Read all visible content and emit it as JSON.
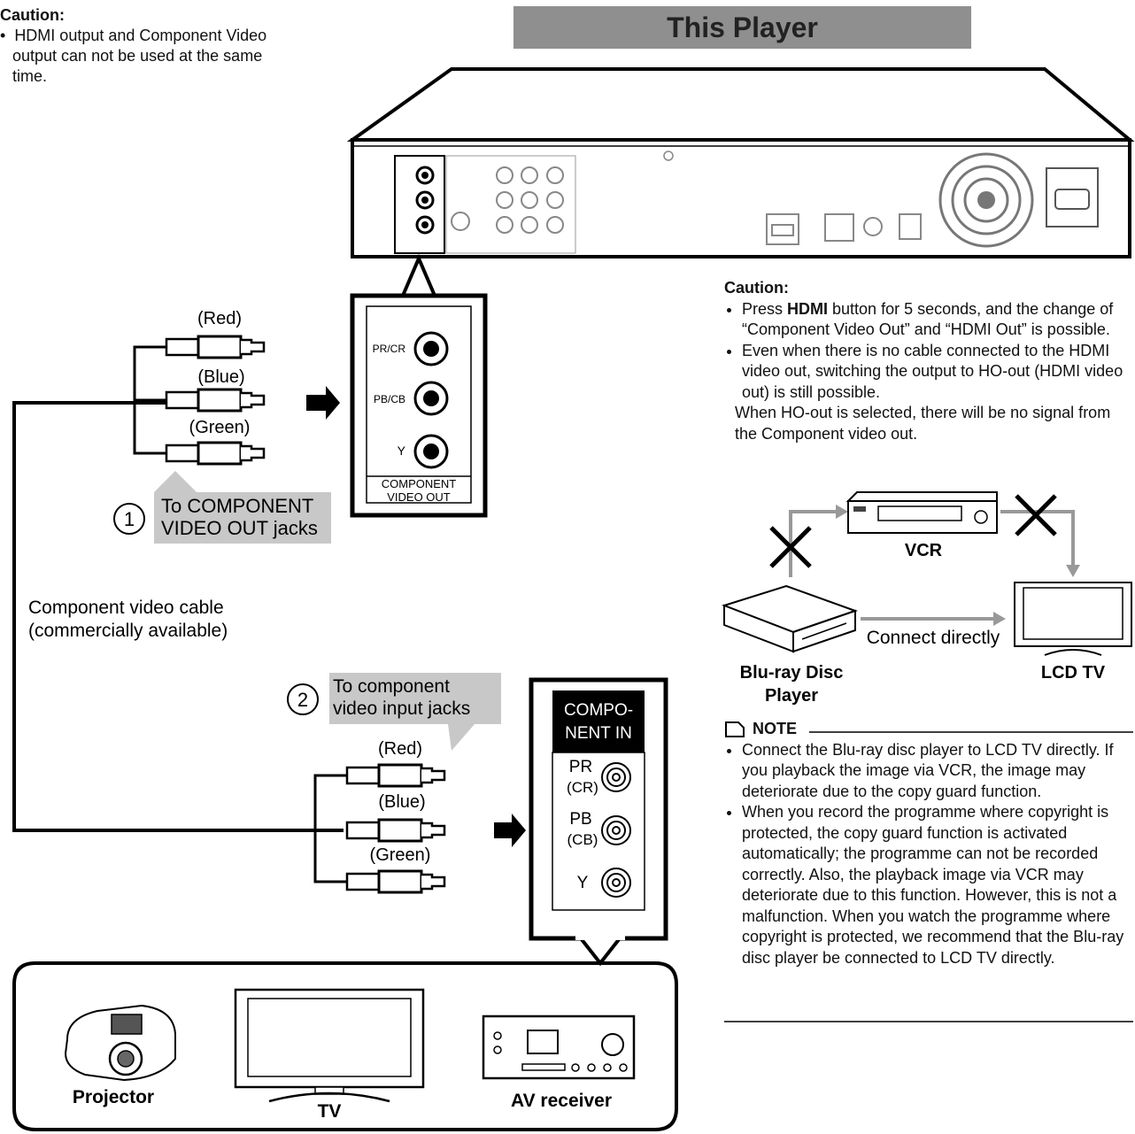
{
  "top_caution": {
    "heading": "Caution:",
    "lines": [
      "HDMI output and Component Video",
      "output can not be used at the same",
      "time."
    ]
  },
  "player_title": "This Player",
  "player_panel": {
    "jacks": [
      "PR/CR",
      "PB/CB",
      "Y"
    ],
    "label_line1": "COMPONENT",
    "label_line2": "VIDEO OUT"
  },
  "cable_colors": {
    "red": "(Red)",
    "blue": "(Blue)",
    "green": "(Green)"
  },
  "step1": {
    "number": "①",
    "line1": "To COMPONENT",
    "line2": "VIDEO OUT jacks"
  },
  "step2": {
    "number": "②",
    "line1": "To component",
    "line2": "video input jacks"
  },
  "cable_label": {
    "line1": "Component video cable",
    "line2": "(commercially available)"
  },
  "component_in": {
    "header_line1": "COMPO-",
    "header_line2": "NENT IN",
    "pr": "PR",
    "cr": "(CR)",
    "pb": "PB",
    "cb": "(CB)",
    "y": "Y"
  },
  "devices": {
    "projector": "Projector",
    "tv": "TV",
    "av_receiver": "AV receiver"
  },
  "right_caution": {
    "heading": "Caution:",
    "b1_pre": "Press ",
    "b1_bold": "HDMI",
    "b1_post": " button for 5 seconds, and the change of “Component Video Out” and “HDMI Out” is possible.",
    "b2": "Even when there is no cable connected to the HDMI video out, switching the output to HO-out (HDMI video out) is still possible.",
    "b3": "When HO-out is selected, there will be no signal from the Component video out."
  },
  "connection_diagram": {
    "vcr": "VCR",
    "player_line1": "Blu-ray Disc",
    "player_line2": "Player",
    "lcd_tv": "LCD TV",
    "connect": "Connect directly"
  },
  "note": {
    "heading": "NOTE",
    "bullets": [
      "Connect the Blu-ray disc player to LCD TV directly. If you playback the image via VCR, the image may deteriorate due to the copy guard function.",
      "When you record the programme where copyright is protected, the copy guard function is activated automatically; the programme can not be recorded correctly. Also, the playback image via VCR may deteriorate due to this function. However, this is not a malfunction. When you watch the programme where copyright is protected, we recommend that the Blu-ray disc player be connected to LCD TV directly."
    ]
  },
  "colors": {
    "banner": "#8f8f8f",
    "callout": "#c8c8c8",
    "panel_frame": "#000000"
  }
}
